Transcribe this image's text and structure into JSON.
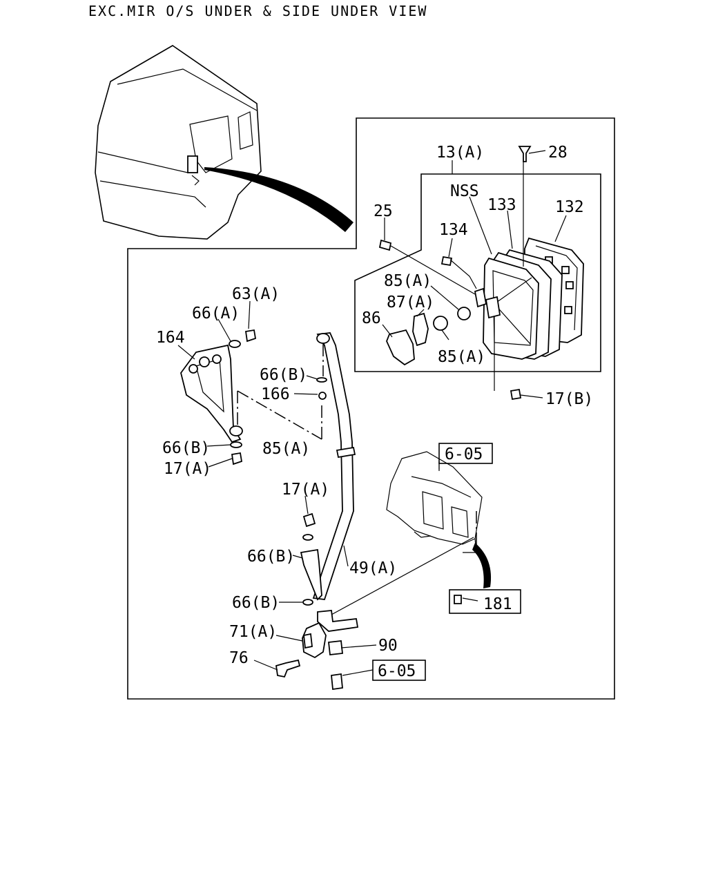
{
  "title": "EXC.MIR O/S UNDER & SIDE UNDER VIEW",
  "refs": {
    "r_6_05_top": "6-05",
    "r_181": "181",
    "r_6_05_bottom": "6-05"
  },
  "labels": {
    "l_13A": "13(A)",
    "l_28": "28",
    "l_NSS": "NSS",
    "l_133": "133",
    "l_132": "132",
    "l_25": "25",
    "l_134": "134",
    "l_85A_1": "85(A)",
    "l_87A": "87(A)",
    "l_86": "86",
    "l_85A_2": "85(A)",
    "l_17B": "17(B)",
    "l_63A": "63(A)",
    "l_66A": "66(A)",
    "l_164": "164",
    "l_66B_1": "66(B)",
    "l_166": "166",
    "l_66B_2": "66(B)",
    "l_85A_3": "85(A)",
    "l_17A_1": "17(A)",
    "l_17A_2": "17(A)",
    "l_66B_3": "66(B)",
    "l_49A": "49(A)",
    "l_66B_4": "66(B)",
    "l_71A": "71(A)",
    "l_90": "90",
    "l_76": "76"
  }
}
